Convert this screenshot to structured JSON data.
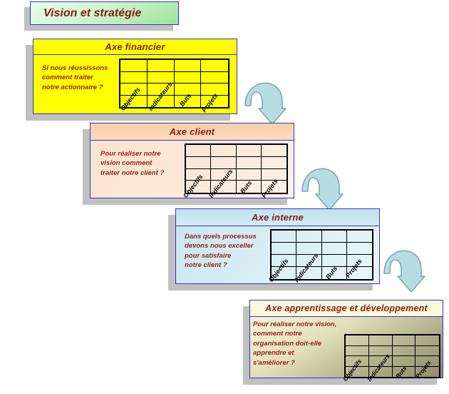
{
  "title": {
    "text": "Vision et stratégie"
  },
  "grid_labels": [
    "Objectifs",
    "Indicateurs",
    "Buts",
    "Projets"
  ],
  "perspectives": [
    {
      "id": "financier",
      "header": "Axe financier",
      "question": "Si nous réussissons\ncomment  traiter\nnotre actionnaire ?",
      "fill_color": "#ffff00"
    },
    {
      "id": "client",
      "header": "Axe client",
      "question": "Pour réaliser notre\nvision comment\ntraiter notre client ?",
      "fill_color": "#fbe8d8"
    },
    {
      "id": "interne",
      "header": "Axe interne",
      "question": "Dans quels  processus\ndevons nous exceller\npour satisfaire\nnotre client ?",
      "fill_color": "#d9eef5"
    },
    {
      "id": "apprentissage",
      "header": "Axe apprentissage et  développement",
      "question": "Pour réaliser notre vision,\ncomment notre\norganisation doit-elle\napprendre  et\ns'améliorer ?",
      "fill_color": "#ddd9b0"
    }
  ],
  "arrows": [
    {
      "name": "arrow-financier-to-client"
    },
    {
      "name": "arrow-client-to-interne"
    },
    {
      "name": "arrow-interne-to-apprentissage"
    }
  ],
  "colors": {
    "text_dark_red": "#8B1A1A",
    "border_blue": "#3333cc",
    "arrow_fill": "#b6dde2",
    "arrow_stroke": "#7aa9b0",
    "shadow": "#c0c0c0"
  }
}
